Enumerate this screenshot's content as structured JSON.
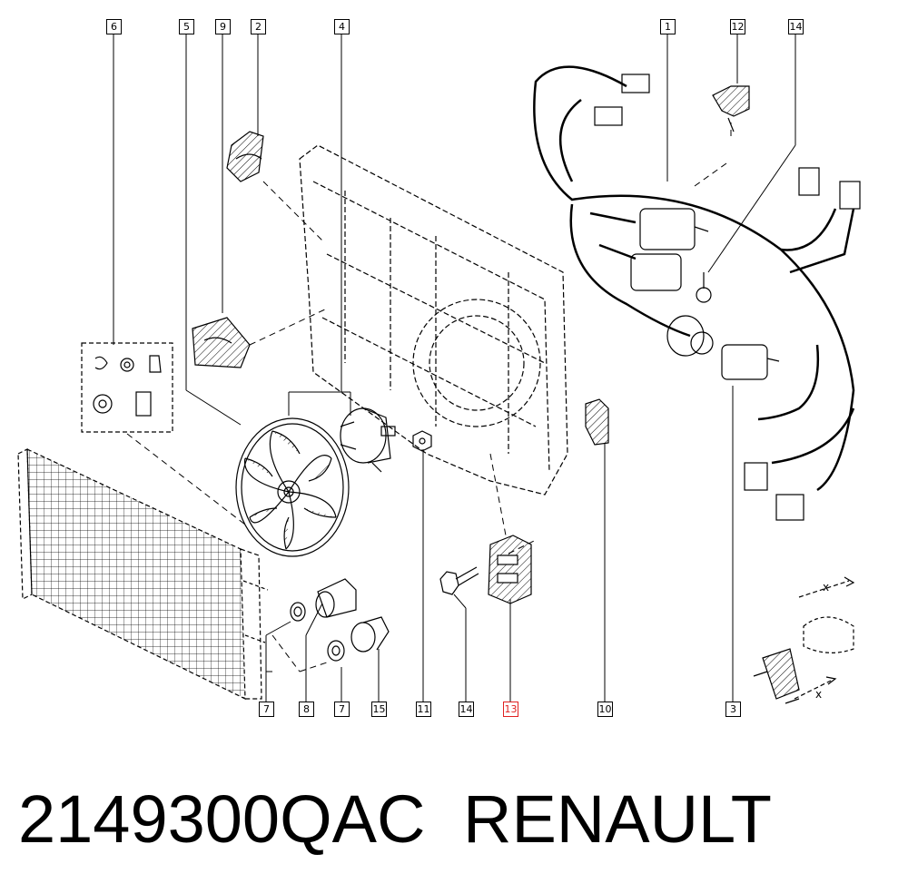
{
  "callouts": {
    "c1": "1",
    "c2": "2",
    "c3": "3",
    "c4": "4",
    "c5": "5",
    "c6": "6",
    "c7a": "7",
    "c7b": "7",
    "c8": "8",
    "c9": "9",
    "c10": "10",
    "c11": "11",
    "c12": "12",
    "c13": "13",
    "c14a": "14",
    "c14b": "14",
    "c15": "15"
  },
  "detail_labels": {
    "x_top": "x",
    "x_bottom": "x"
  },
  "footer": {
    "part_number": "2149300QAC",
    "brand": "RENAULT"
  },
  "colors": {
    "ink": "#000000",
    "highlight": "#e02020"
  }
}
